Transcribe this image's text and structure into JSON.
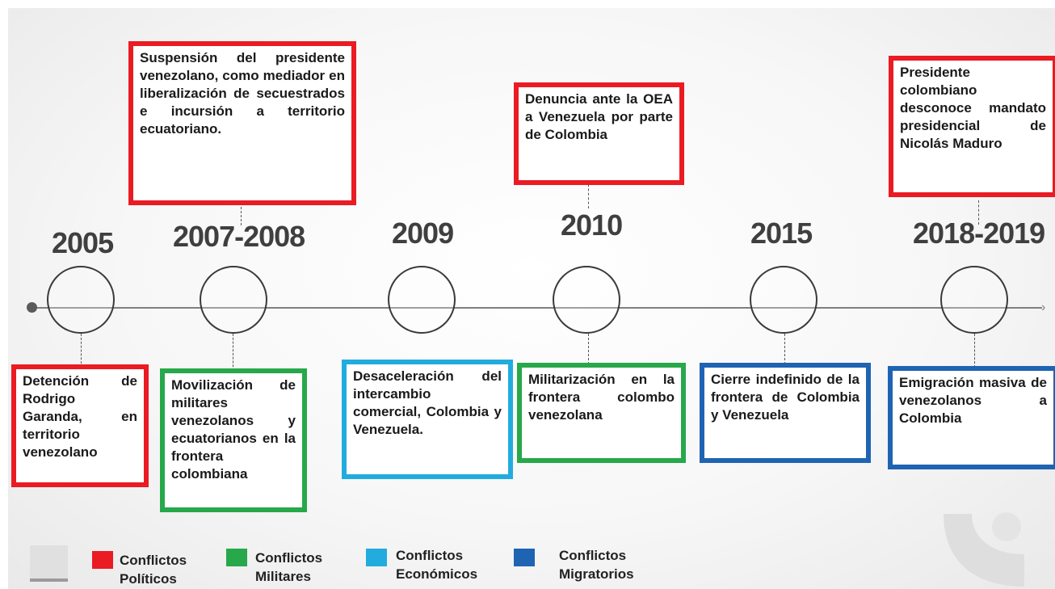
{
  "timeline": {
    "events": [
      {
        "year": "2005",
        "text": "Detención de Rodrigo Garanda, en territorio venezolano",
        "category": "politicos"
      },
      {
        "year": "2007-2008",
        "text_top": "Suspensión del presidente venezolano, como mediador en liberalización de secuestrados e incursión a territorio ecuatoriano.",
        "category_top": "politicos",
        "text": "Movilización de militares venezolanos y ecuatorianos en la frontera colombiana",
        "category": "militares"
      },
      {
        "year": "2009",
        "text": "Desaceleración del intercambio comercial, Colombia y Venezuela.",
        "category": "economicos"
      },
      {
        "year": "2010",
        "text_top": "Denuncia ante la OEA a Venezuela por parte de Colombia",
        "category_top": "politicos",
        "text": "Militarización en la frontera colombo venezolana",
        "category": "militares"
      },
      {
        "year": "2015",
        "text": "Cierre indefinido de la frontera de Colombia y Venezuela",
        "category": "migratorios"
      },
      {
        "year": "2018-2019",
        "text_top": "Presidente colombiano desconoce mandato presidencial de Nicolás Maduro",
        "category_top": "politicos",
        "text": "Emigración masiva de venezolanos a Colombia",
        "category": "migratorios"
      }
    ]
  },
  "legend": [
    {
      "label": "Conflictos Políticos",
      "color": "#ea1b23"
    },
    {
      "label": "Conflictos Militares",
      "color": "#27a84a"
    },
    {
      "label": "Conflictos Económicos",
      "color": "#22acde"
    },
    {
      "label": "Conflictos Migratorios",
      "color": "#1f63b3"
    }
  ]
}
